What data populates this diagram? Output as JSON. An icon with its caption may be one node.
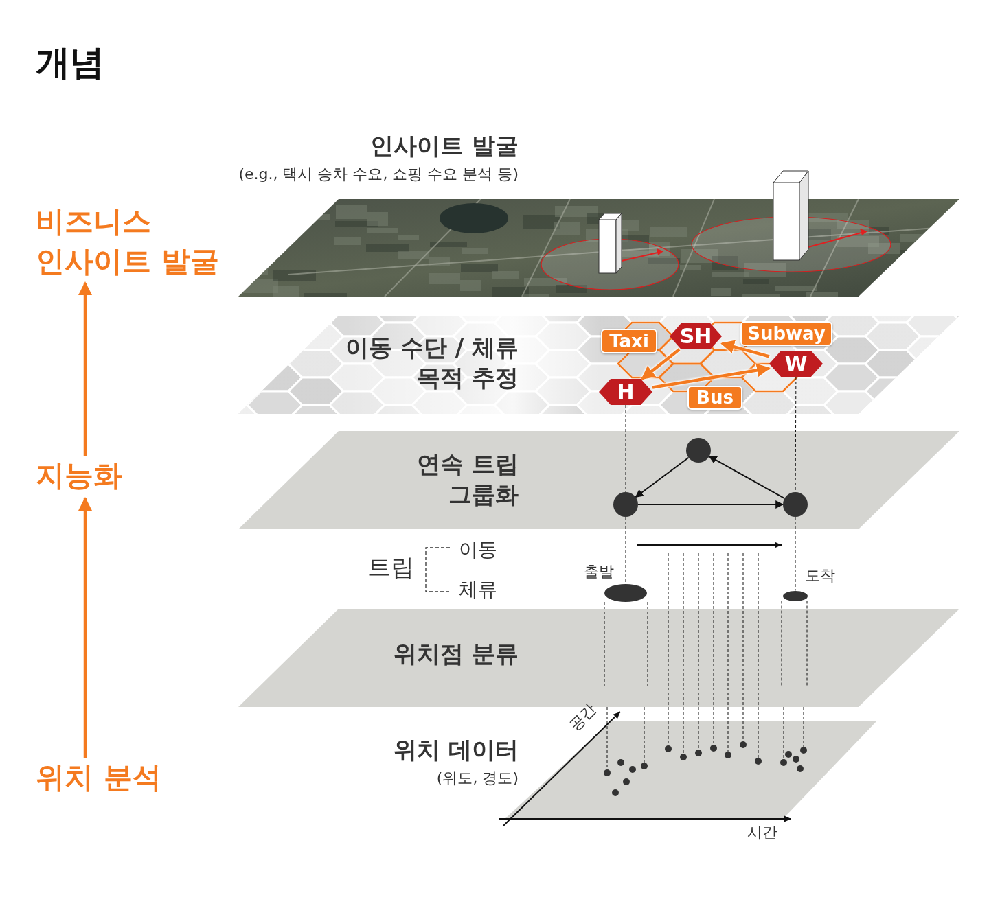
{
  "diagram": {
    "title": "개념",
    "nodes": [
      {
        "text": [
          "위치 분석"
        ]
      },
      {
        "text": [
          "지능화"
        ]
      },
      {
        "text": [
          "비즈니스 인사이트 발굴"
        ]
      },
      {
        "text": [
          "인사이트 발굴",
          "(e.g., 택시 승차 수요, 쇼핑 수요 분석 등)"
        ]
      },
      {
        "text": [
          "이동 수단 / 체류 목적 추정"
        ]
      },
      {
        "text": [
          "연속 트립 그룹화"
        ]
      },
      {
        "text": [
          "위치점 분류"
        ]
      },
      {
        "text": [
          "위치 데이터",
          "(위도, 경도)"
        ]
      },
      {
        "text": [
          "Taxi"
        ],
        "in": 4
      },
      {
        "text": [
          "SH"
        ],
        "in": 4
      },
      {
        "text": [
          "Subway"
        ],
        "in": 4
      },
      {
        "text": [
          "W"
        ],
        "in": 4
      },
      {
        "text": [
          "H"
        ],
        "in": 4
      },
      {
        "text": [
          "Bus"
        ],
        "in": 4
      },
      {
        "text": [],
        "shape": "circle",
        "in": 5
      },
      {
        "text": [],
        "shape": "circle",
        "in": 5
      },
      {
        "text": [],
        "shape": "circle",
        "in": 5
      },
      {
        "text": [],
        "shape": "ellipse",
        "beside": [
          "출발"
        ]
      },
      {
        "text": [],
        "shape": "ellipse",
        "beside": [
          "도착"
        ]
      },
      {
        "text": [],
        "shape": "circle",
        "in": 7
      },
      {
        "text": [],
        "shape": "circle",
        "in": 7
      },
      {
        "text": [],
        "shape": "circle",
        "in": 7
      },
      {
        "text": [],
        "shape": "circle",
        "in": 7
      },
      {
        "text": [],
        "shape": "circle",
        "in": 7
      },
      {
        "text": [],
        "shape": "circle",
        "in": 7
      },
      {
        "text": [],
        "shape": "circle",
        "in": 7
      },
      {
        "text": [],
        "shape": "circle",
        "in": 7
      },
      {
        "text": [],
        "shape": "circle",
        "in": 7
      },
      {
        "text": [],
        "shape": "circle",
        "in": 7
      },
      {
        "text": [],
        "shape": "circle",
        "in": 7
      },
      {
        "text": [],
        "shape": "circle",
        "in": 7
      },
      {
        "text": [],
        "shape": "circle",
        "in": 7
      },
      {
        "text": [],
        "shape": "circle",
        "in": 7
      },
      {
        "text": [],
        "shape": "circle",
        "in": 7
      },
      {
        "text": [],
        "shape": "circle",
        "in": 7
      },
      {
        "text": [],
        "shape": "circle",
        "in": 7
      },
      {
        "text": [],
        "shape": "circle",
        "in": 7
      }
    ],
    "edges": [
      {
        "from": 0,
        "to": 1,
        "arrow": "to",
        "style": "thick",
        "color": "#f47a1f"
      },
      {
        "from": 1,
        "to": 2,
        "arrow": "to",
        "style": "thick",
        "color": "#f47a1f"
      },
      {
        "from": 9,
        "to": 12,
        "arrow": "to",
        "style": "thick",
        "color": "#f47a1f"
      },
      {
        "from": 11,
        "to": 9,
        "arrow": "to",
        "style": "thick",
        "color": "#f47a1f"
      },
      {
        "from": 12,
        "to": 11,
        "arrow": "to",
        "style": "thick",
        "color": "#f47a1f"
      },
      {
        "from": 14,
        "to": 15,
        "arrow": "to"
      },
      {
        "from": 15,
        "to": 16,
        "arrow": "to"
      },
      {
        "from": 16,
        "to": 14,
        "arrow": "to"
      },
      {
        "from": 12,
        "to": 15,
        "arrow": "none",
        "style": "dashed"
      },
      {
        "from": 15,
        "to": 17,
        "arrow": "none",
        "style": "dashed"
      },
      {
        "from": 11,
        "to": 16,
        "arrow": "none",
        "style": "dashed"
      },
      {
        "from": 16,
        "to": 18,
        "arrow": "none",
        "style": "dashed"
      },
      {
        "from": 17,
        "to": 6,
        "arrow": "none",
        "style": "dashed"
      },
      {
        "from": 17,
        "to": 6,
        "arrow": "none",
        "style": "dashed"
      },
      {
        "from": null,
        "to": 25,
        "arrow": "none",
        "style": "dashed"
      },
      {
        "from": null,
        "to": 26,
        "arrow": "none",
        "style": "dashed"
      },
      {
        "from": null,
        "to": 27,
        "arrow": "none",
        "style": "dashed"
      },
      {
        "from": null,
        "to": 28,
        "arrow": "none",
        "style": "dashed"
      },
      {
        "from": null,
        "to": 29,
        "arrow": "none",
        "style": "dashed"
      },
      {
        "from": null,
        "to": 30,
        "arrow": "none",
        "style": "dashed"
      },
      {
        "from": null,
        "to": 31,
        "arrow": "none",
        "style": "dashed"
      },
      {
        "from": 18,
        "to": 6,
        "arrow": "none",
        "style": "dashed"
      },
      {
        "from": 18,
        "to": 6,
        "arrow": "none",
        "style": "dashed"
      },
      {
        "from": 6,
        "to": 19,
        "arrow": "none",
        "style": "dashed"
      },
      {
        "from": 6,
        "to": 24,
        "arrow": "none",
        "style": "dashed"
      },
      {
        "from": 6,
        "to": 32,
        "arrow": "none",
        "style": "dashed"
      },
      {
        "from": 6,
        "to": 36,
        "arrow": "none",
        "style": "dashed"
      }
    ],
    "labels": [
      "트립",
      "이동",
      "체류",
      "공간",
      "시간"
    ]
  }
}
